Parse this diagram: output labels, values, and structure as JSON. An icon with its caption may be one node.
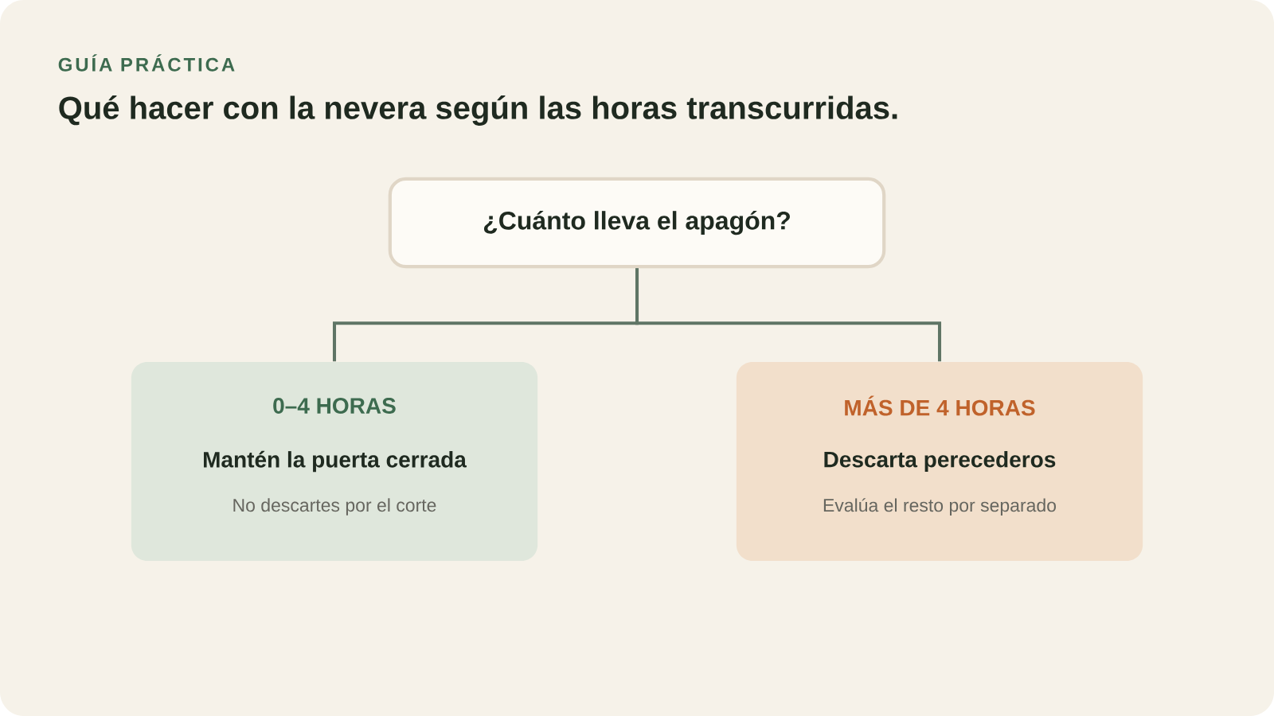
{
  "diagram": {
    "title": "Qué hacer con la nevera según las horas transcurridas.",
    "nodes": [
      {
        "text": [
          "¿Cuánto lleva el apagón?"
        ]
      },
      {
        "text": [
          "0–4 HORAS",
          "Mantén la puerta cerrada",
          "No descartes por el corte"
        ]
      },
      {
        "text": [
          "MÁS DE 4 HORAS",
          "Descarta perecederos",
          "Evalúa el resto por separado"
        ]
      }
    ],
    "edges": [
      {
        "from": 0,
        "to": 1,
        "arrow": "none"
      },
      {
        "from": 0,
        "to": 2,
        "arrow": "none"
      }
    ],
    "labels": [
      "GUÍA PRÁCTICA"
    ]
  }
}
